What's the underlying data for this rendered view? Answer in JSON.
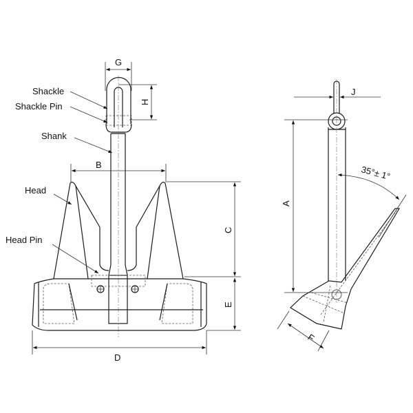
{
  "labels": {
    "shackle": "Shackle",
    "shackle_pin": "Shackle Pin",
    "shank": "Shank",
    "head": "Head",
    "head_pin": "Head Pin"
  },
  "dimensions": {
    "A": "A",
    "B": "B",
    "C": "C",
    "D": "D",
    "E": "E",
    "F": "F",
    "G": "G",
    "H": "H",
    "J": "J"
  },
  "angle": "35°± 1°"
}
